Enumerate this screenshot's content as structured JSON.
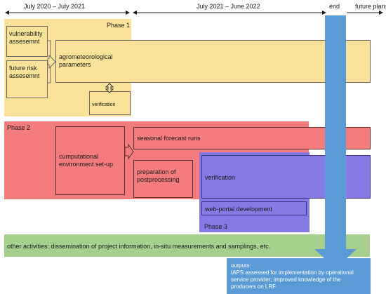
{
  "timeline": {
    "period1": "July 2020 – July 2021",
    "period2": "July 2021 – June 2022",
    "end": "end",
    "future": "future plans"
  },
  "phase1": {
    "label": "Phase 1",
    "vulnerability": "vulnerability assesemnt",
    "future_risk": "future risk assesemnt",
    "agro": "agrometeorological parameters",
    "verification": "verification"
  },
  "phase2": {
    "label": "Phase 2",
    "computational": "cumputational environment set-up",
    "seasonal": "seasonal forecast runs",
    "postprocessing": "preparation of postprocessing"
  },
  "phase3": {
    "label": "Phase 3",
    "verification": "verification",
    "webportal": "web-portal development"
  },
  "other": {
    "text": "other activities: dissemination of project information, in-situ measurements and samplings, etc."
  },
  "outputs": {
    "title": "outputs:",
    "text": "IAPS assessed for implementation by operational service provider; improved knowledge of the producers on LRF"
  },
  "colors": {
    "phase1": "#fbe29a",
    "phase2": "#f47c7c",
    "phase3": "#8579e4",
    "other": "#a8d08d",
    "outputs": "#5b9bd5"
  }
}
